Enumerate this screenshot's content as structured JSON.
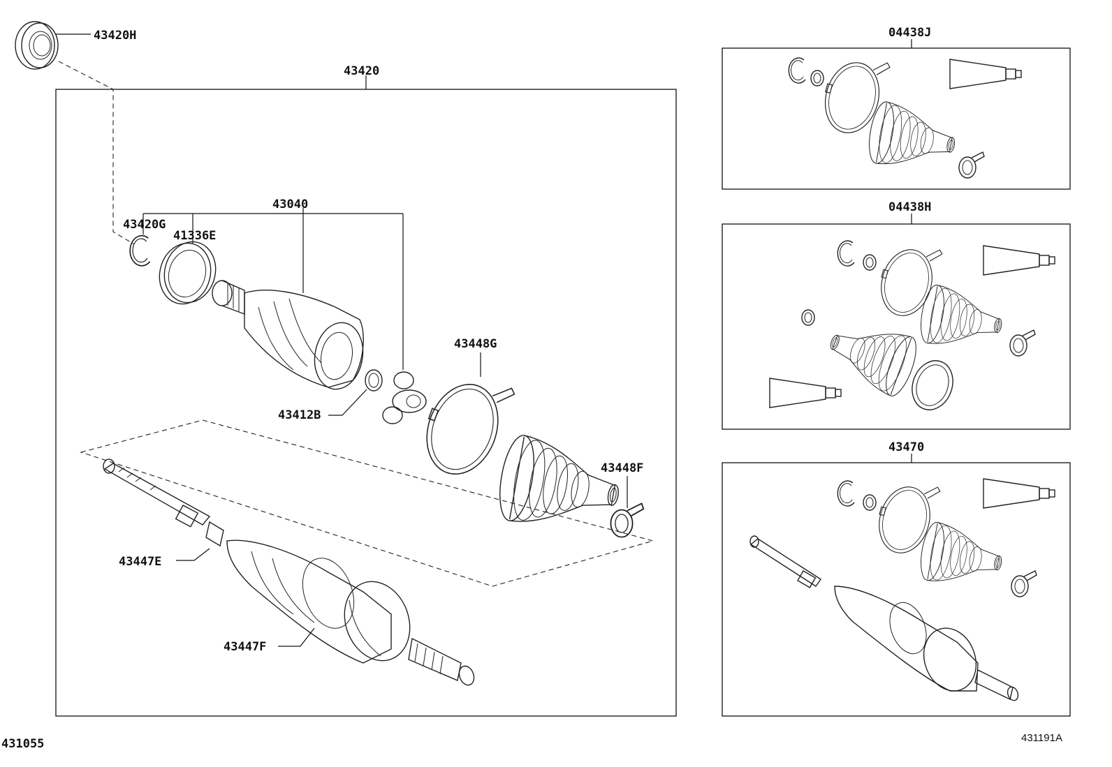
{
  "labels": {
    "seal": "43420H",
    "assembly": "43420",
    "joint_kit": "43040",
    "snap_ring": "43420G",
    "bearing": "41336E",
    "clip": "43412B",
    "band_large": "43448G",
    "band_small": "43448F",
    "boot_inner": "43447E",
    "boot_outer": "43447F",
    "kit_j": "04438J",
    "kit_h": "04438H",
    "shaft": "43470"
  },
  "footer": {
    "left_code": "431055",
    "right_code": "431191A"
  }
}
